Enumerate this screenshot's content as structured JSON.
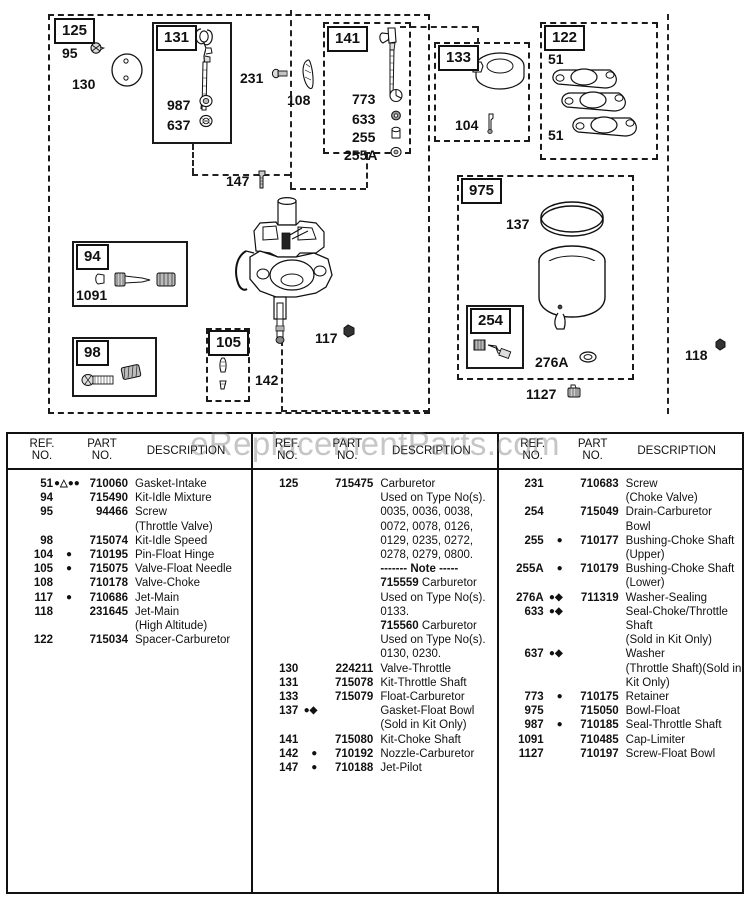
{
  "watermark": "eReplacementParts.com",
  "diagram": {
    "callouts": [
      {
        "id": "125",
        "type": "tag"
      },
      {
        "id": "131",
        "type": "tag"
      },
      {
        "id": "141",
        "type": "tag"
      },
      {
        "id": "133",
        "type": "tag"
      },
      {
        "id": "122",
        "type": "tag"
      },
      {
        "id": "975",
        "type": "tag"
      },
      {
        "id": "254",
        "type": "tag"
      },
      {
        "id": "94",
        "type": "tag"
      },
      {
        "id": "98",
        "type": "tag"
      },
      {
        "id": "105",
        "type": "tag"
      }
    ],
    "labels": [
      {
        "id": "95",
        "text": "95"
      },
      {
        "id": "130",
        "text": "130"
      },
      {
        "id": "987",
        "text": "987"
      },
      {
        "id": "637",
        "text": "637"
      },
      {
        "id": "231",
        "text": "231"
      },
      {
        "id": "108",
        "text": "108"
      },
      {
        "id": "773",
        "text": "773"
      },
      {
        "id": "633",
        "text": "633"
      },
      {
        "id": "255",
        "text": "255"
      },
      {
        "id": "255A",
        "text": "255A"
      },
      {
        "id": "104",
        "text": "104"
      },
      {
        "id": "51a",
        "text": "51"
      },
      {
        "id": "51b",
        "text": "51"
      },
      {
        "id": "137",
        "text": "137"
      },
      {
        "id": "276A",
        "text": "276A"
      },
      {
        "id": "1127",
        "text": "1127"
      },
      {
        "id": "118",
        "text": "118"
      },
      {
        "id": "147",
        "text": "147"
      },
      {
        "id": "1091",
        "text": "1091"
      },
      {
        "id": "117",
        "text": "117"
      },
      {
        "id": "142",
        "text": "142"
      }
    ]
  },
  "table": {
    "headers": {
      "ref": "REF.\nNO.",
      "ref_l1": "REF.",
      "ref_l2": "NO.",
      "part_l1": "PART",
      "part_l2": "NO.",
      "desc": "DESCRIPTION"
    },
    "columns": [
      {
        "rows": [
          {
            "ref": "51",
            "mark": "●△●●",
            "part": "710060",
            "desc": "Gasket-Intake"
          },
          {
            "ref": "94",
            "mark": "",
            "part": "715490",
            "desc": "Kit-Idle Mixture"
          },
          {
            "ref": "95",
            "mark": "",
            "part": "94466",
            "desc": "Screw"
          },
          {
            "ref": "",
            "mark": "",
            "part": "",
            "desc": "(Throttle Valve)"
          },
          {
            "ref": "98",
            "mark": "",
            "part": "715074",
            "desc": "Kit-Idle Speed"
          },
          {
            "ref": "104",
            "mark": "●",
            "part": "710195",
            "desc": "Pin-Float Hinge"
          },
          {
            "ref": "105",
            "mark": "●",
            "part": "715075",
            "desc": "Valve-Float Needle"
          },
          {
            "ref": "108",
            "mark": "",
            "part": "710178",
            "desc": "Valve-Choke"
          },
          {
            "ref": "117",
            "mark": "●",
            "part": "710686",
            "desc": "Jet-Main"
          },
          {
            "ref": "118",
            "mark": "",
            "part": "231645",
            "desc": "Jet-Main"
          },
          {
            "ref": "",
            "mark": "",
            "part": "",
            "desc": "(High Altitude)"
          },
          {
            "ref": "122",
            "mark": "",
            "part": "715034",
            "desc": "Spacer-Carburetor"
          }
        ]
      },
      {
        "rows": [
          {
            "ref": "125",
            "mark": "",
            "part": "715475",
            "desc": "Carburetor"
          },
          {
            "ref": "",
            "mark": "",
            "part": "",
            "desc": "Used on Type No(s)."
          },
          {
            "ref": "",
            "mark": "",
            "part": "",
            "desc": "0035, 0036, 0038,"
          },
          {
            "ref": "",
            "mark": "",
            "part": "",
            "desc": "0072, 0078, 0126,"
          },
          {
            "ref": "",
            "mark": "",
            "part": "",
            "desc": "0129, 0235, 0272,"
          },
          {
            "ref": "",
            "mark": "",
            "part": "",
            "desc": "0278, 0279, 0800."
          },
          {
            "ref": "",
            "mark": "",
            "part": "",
            "desc": "------- Note -----",
            "note": true
          },
          {
            "ref": "",
            "mark": "",
            "part": "",
            "desc": "715559 Carburetor",
            "boldpart": "715559",
            "resttext": " Carburetor"
          },
          {
            "ref": "",
            "mark": "",
            "part": "",
            "desc": "Used on Type No(s)."
          },
          {
            "ref": "",
            "mark": "",
            "part": "",
            "desc": "0133."
          },
          {
            "ref": "",
            "mark": "",
            "part": "",
            "desc": "715560 Carburetor",
            "boldpart": "715560",
            "resttext": " Carburetor"
          },
          {
            "ref": "",
            "mark": "",
            "part": "",
            "desc": "Used on Type No(s)."
          },
          {
            "ref": "",
            "mark": "",
            "part": "",
            "desc": "0130, 0230."
          },
          {
            "ref": "130",
            "mark": "",
            "part": "224211",
            "desc": "Valve-Throttle"
          },
          {
            "ref": "131",
            "mark": "",
            "part": "715078",
            "desc": "Kit-Throttle Shaft"
          },
          {
            "ref": "133",
            "mark": "",
            "part": "715079",
            "desc": "Float-Carburetor"
          },
          {
            "ref": "137",
            "mark": "●◆",
            "part": "",
            "desc": "Gasket-Float Bowl"
          },
          {
            "ref": "",
            "mark": "",
            "part": "",
            "desc": "(Sold in Kit Only)"
          },
          {
            "ref": "141",
            "mark": "",
            "part": "715080",
            "desc": "Kit-Choke Shaft"
          },
          {
            "ref": "142",
            "mark": "●",
            "part": "710192",
            "desc": "Nozzle-Carburetor"
          },
          {
            "ref": "147",
            "mark": "●",
            "part": "710188",
            "desc": "Jet-Pilot"
          }
        ]
      },
      {
        "rows": [
          {
            "ref": "231",
            "mark": "",
            "part": "710683",
            "desc": "Screw"
          },
          {
            "ref": "",
            "mark": "",
            "part": "",
            "desc": "(Choke Valve)"
          },
          {
            "ref": "254",
            "mark": "",
            "part": "715049",
            "desc": "Drain-Carburetor"
          },
          {
            "ref": "",
            "mark": "",
            "part": "",
            "desc": "Bowl"
          },
          {
            "ref": "255",
            "mark": "●",
            "part": "710177",
            "desc": "Bushing-Choke Shaft"
          },
          {
            "ref": "",
            "mark": "",
            "part": "",
            "desc": "(Upper)"
          },
          {
            "ref": "255A",
            "mark": "●",
            "part": "710179",
            "desc": "Bushing-Choke Shaft"
          },
          {
            "ref": "",
            "mark": "",
            "part": "",
            "desc": "(Lower)"
          },
          {
            "ref": "276A",
            "mark": "●◆",
            "part": "711319",
            "desc": "Washer-Sealing"
          },
          {
            "ref": "633",
            "mark": "●◆",
            "part": "",
            "desc": "Seal-Choke/Throttle"
          },
          {
            "ref": "",
            "mark": "",
            "part": "",
            "desc": "Shaft"
          },
          {
            "ref": "",
            "mark": "",
            "part": "",
            "desc": "(Sold in Kit Only)"
          },
          {
            "ref": "637",
            "mark": "●◆",
            "part": "",
            "desc": "Washer"
          },
          {
            "ref": "",
            "mark": "",
            "part": "",
            "desc": "(Throttle Shaft)(Sold in"
          },
          {
            "ref": "",
            "mark": "",
            "part": "",
            "desc": "Kit Only)"
          },
          {
            "ref": "773",
            "mark": "●",
            "part": "710175",
            "desc": "Retainer"
          },
          {
            "ref": "975",
            "mark": "",
            "part": "715050",
            "desc": "Bowl-Float"
          },
          {
            "ref": "987",
            "mark": "●",
            "part": "710185",
            "desc": "Seal-Throttle Shaft"
          },
          {
            "ref": "1091",
            "mark": "",
            "part": "710485",
            "desc": "Cap-Limiter"
          },
          {
            "ref": "1127",
            "mark": "",
            "part": "710197",
            "desc": "Screw-Float Bowl"
          }
        ]
      }
    ]
  }
}
